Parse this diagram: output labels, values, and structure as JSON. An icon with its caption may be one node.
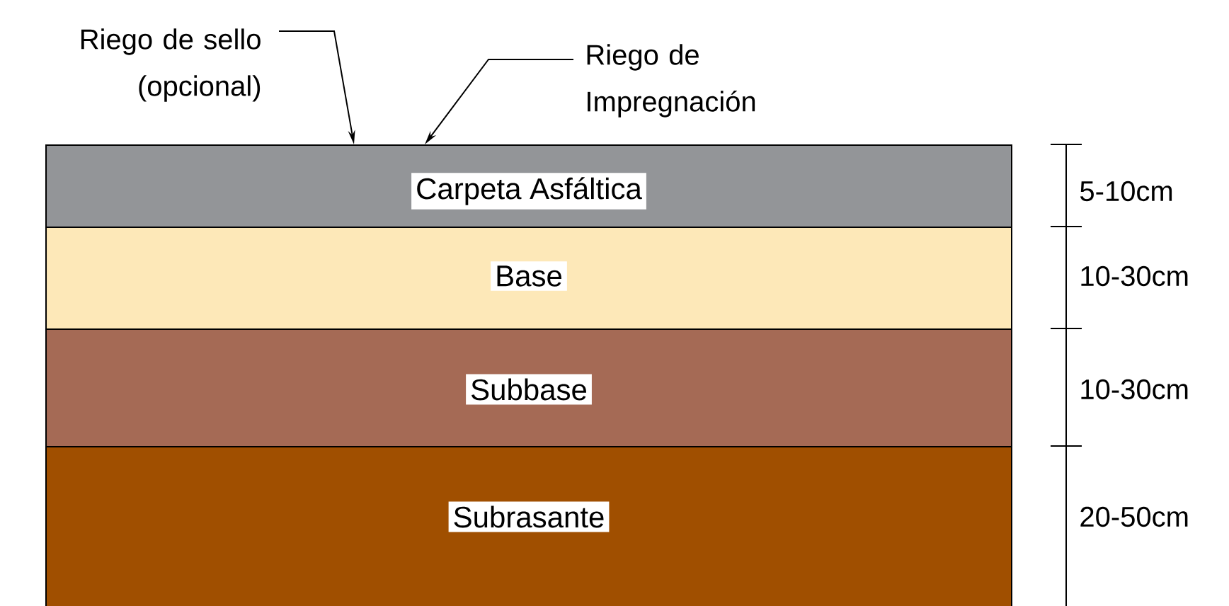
{
  "diagram": {
    "nodes": [
      {
        "text": [
          "Carpeta Asfáltica"
        ]
      },
      {
        "text": [
          "Base"
        ]
      },
      {
        "text": [
          "Subbase"
        ]
      },
      {
        "text": [
          "Subrasante"
        ]
      },
      {
        "text": [
          "Riego de sello (opcional)"
        ]
      },
      {
        "text": [
          "Riego de Impregnación"
        ]
      }
    ],
    "edges": [
      {
        "from": 4,
        "to": 0,
        "arrow": "to"
      },
      {
        "from": 5,
        "to": 0,
        "arrow": "to"
      }
    ],
    "labels": [
      "5-10cm",
      "10-30cm",
      "10-30cm",
      "20-50cm"
    ]
  }
}
